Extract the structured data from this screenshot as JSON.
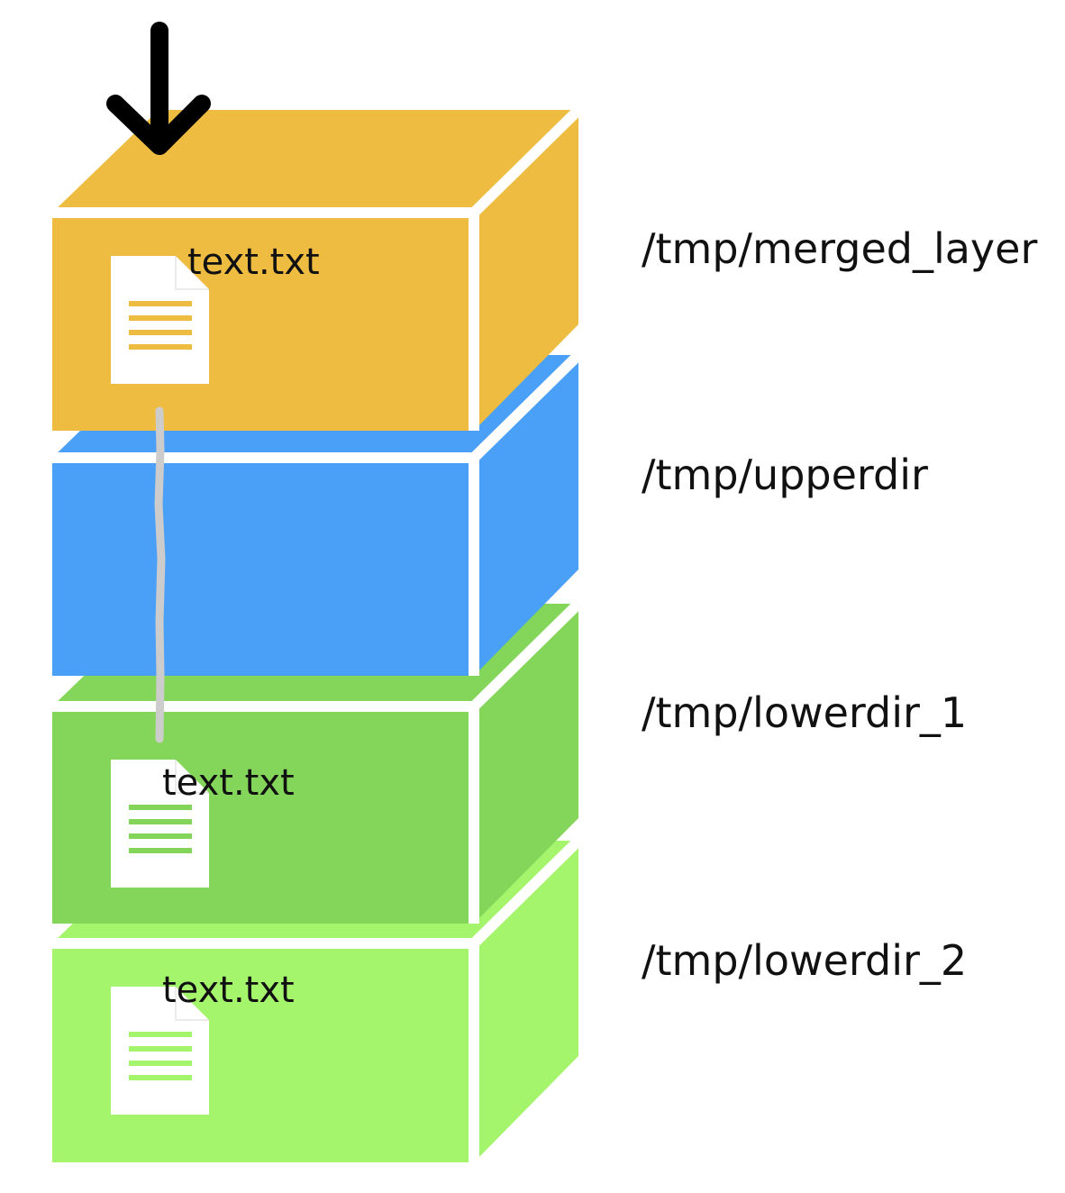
{
  "colors": {
    "merged": "#EEBC41",
    "upper": "#4A9FF7",
    "lower1": "#83D65A",
    "lower2": "#A4F56C",
    "border": "#ffffff",
    "arrow": "#000000",
    "connector": "#CCCCCC",
    "file_page": "#ffffff"
  },
  "arrow": {
    "icon": "arrow-down-icon"
  },
  "layers": [
    {
      "id": "merged",
      "label": "/tmp/merged_layer",
      "file_label": "text.txt",
      "has_file": true
    },
    {
      "id": "upper",
      "label": "/tmp/upperdir",
      "file_label": "",
      "has_file": false
    },
    {
      "id": "lower1",
      "label": "/tmp/lowerdir_1",
      "file_label": "text.txt",
      "has_file": true
    },
    {
      "id": "lower2",
      "label": "/tmp/lowerdir_2",
      "file_label": "text.txt",
      "has_file": true
    }
  ],
  "icons": {
    "file": "document-icon"
  }
}
